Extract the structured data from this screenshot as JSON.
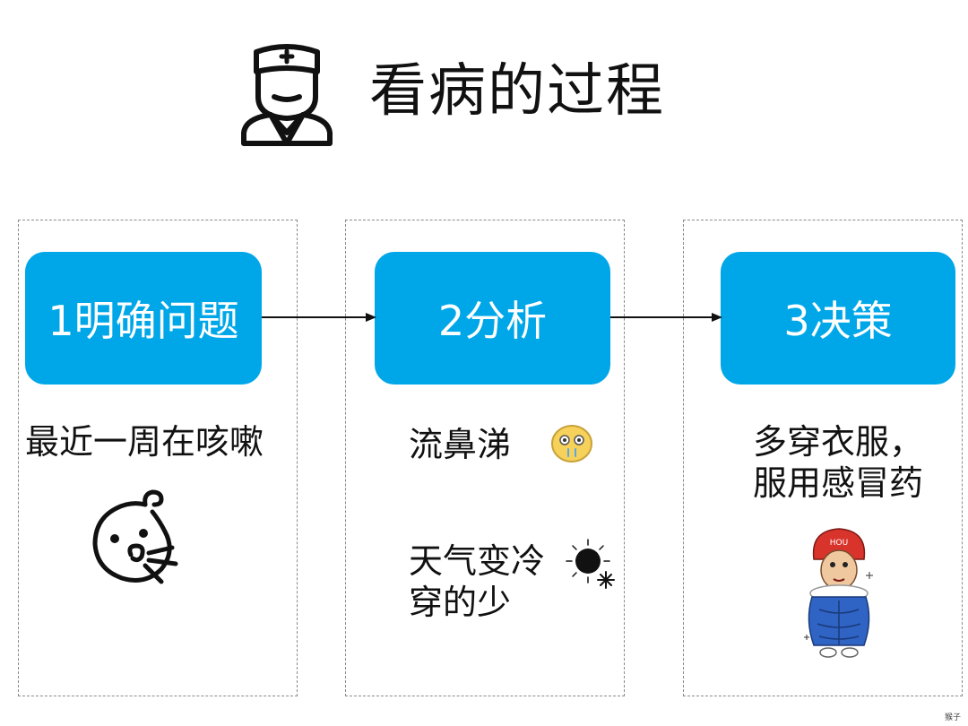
{
  "title": "看病的过程",
  "steps": [
    {
      "label": "1明确问题"
    },
    {
      "label": "2分析"
    },
    {
      "label": "3决策"
    }
  ],
  "column1": {
    "text": "最近一周在咳嗽"
  },
  "column2": {
    "text1": "流鼻涕",
    "text2_line1": "天气变冷",
    "text2_line2": "穿的少"
  },
  "column3": {
    "line1": "多穿衣服，",
    "line2": "服用感冒药"
  },
  "character_cap_text": "HOU",
  "watermark": "猴子",
  "colors": {
    "step_fill": "#00a7e8",
    "step_text": "#ffffff",
    "text": "#111111",
    "border": "#8a8a8a"
  },
  "icons": [
    "doctor-icon",
    "coughing-baby-icon",
    "runny-nose-face-icon",
    "sun-snowflake-icon",
    "cold-monkey-character"
  ]
}
